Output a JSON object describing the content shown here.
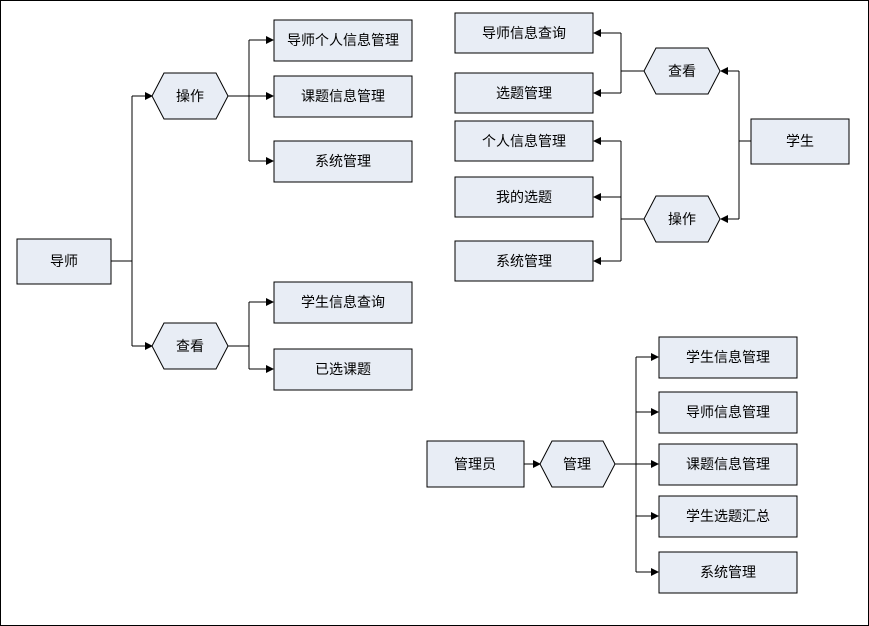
{
  "teacher": {
    "root": "导师",
    "operate": "操作",
    "view": "查看",
    "operate_items": [
      "导师个人信息管理",
      "课题信息管理",
      "系统管理"
    ],
    "view_items": [
      "学生信息查询",
      "已选课题"
    ]
  },
  "student": {
    "root": "学生",
    "view": "查看",
    "operate": "操作",
    "view_items": [
      "导师信息查询",
      "选题管理"
    ],
    "operate_items": [
      "个人信息管理",
      "我的选题",
      "系统管理"
    ]
  },
  "admin": {
    "root": "管理员",
    "manage": "管理",
    "items": [
      "学生信息管理",
      "导师信息管理",
      "课题信息管理",
      "学生选题汇总",
      "系统管理"
    ]
  },
  "colors": {
    "node_fill": "#e8edf5",
    "stroke": "#000000"
  }
}
